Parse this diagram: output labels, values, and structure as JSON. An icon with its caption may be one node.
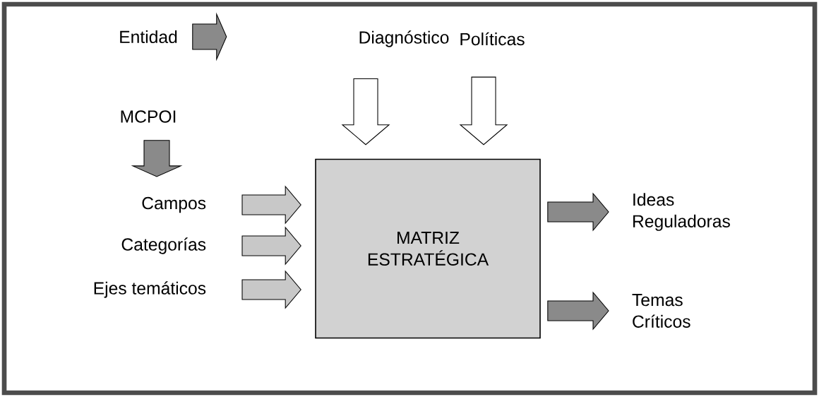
{
  "diagram": {
    "nodes": [
      {
        "text": [
          "Entidad"
        ]
      },
      {
        "text": [
          "Diagnóstico"
        ]
      },
      {
        "text": [
          "Políticas"
        ]
      },
      {
        "text": [
          "MCPOI"
        ]
      },
      {
        "text": [
          "Campos"
        ]
      },
      {
        "text": [
          "Categorías"
        ]
      },
      {
        "text": [
          "Ejes temáticos"
        ]
      },
      {
        "text": [
          "MATRIZ ESTRATÉGICA"
        ]
      },
      {
        "text": [
          "Ideas Reguladoras"
        ]
      },
      {
        "text": [
          "Temas Críticos"
        ]
      }
    ],
    "edges": [
      {
        "from": 0,
        "to": null,
        "arrow": "to"
      },
      {
        "from": 1,
        "to": 7,
        "arrow": "to",
        "color": "#ffffff"
      },
      {
        "from": 2,
        "to": 7,
        "arrow": "to",
        "color": "#ffffff"
      },
      {
        "from": 3,
        "to": 4,
        "arrow": "to"
      },
      {
        "from": 4,
        "to": 7,
        "arrow": "to",
        "color": "#c8c8c8"
      },
      {
        "from": 5,
        "to": 7,
        "arrow": "to",
        "color": "#c8c8c8"
      },
      {
        "from": 6,
        "to": 7,
        "arrow": "to",
        "color": "#c8c8c8"
      },
      {
        "from": 7,
        "to": 8,
        "arrow": "to"
      },
      {
        "from": 7,
        "to": 9,
        "arrow": "to"
      }
    ]
  }
}
